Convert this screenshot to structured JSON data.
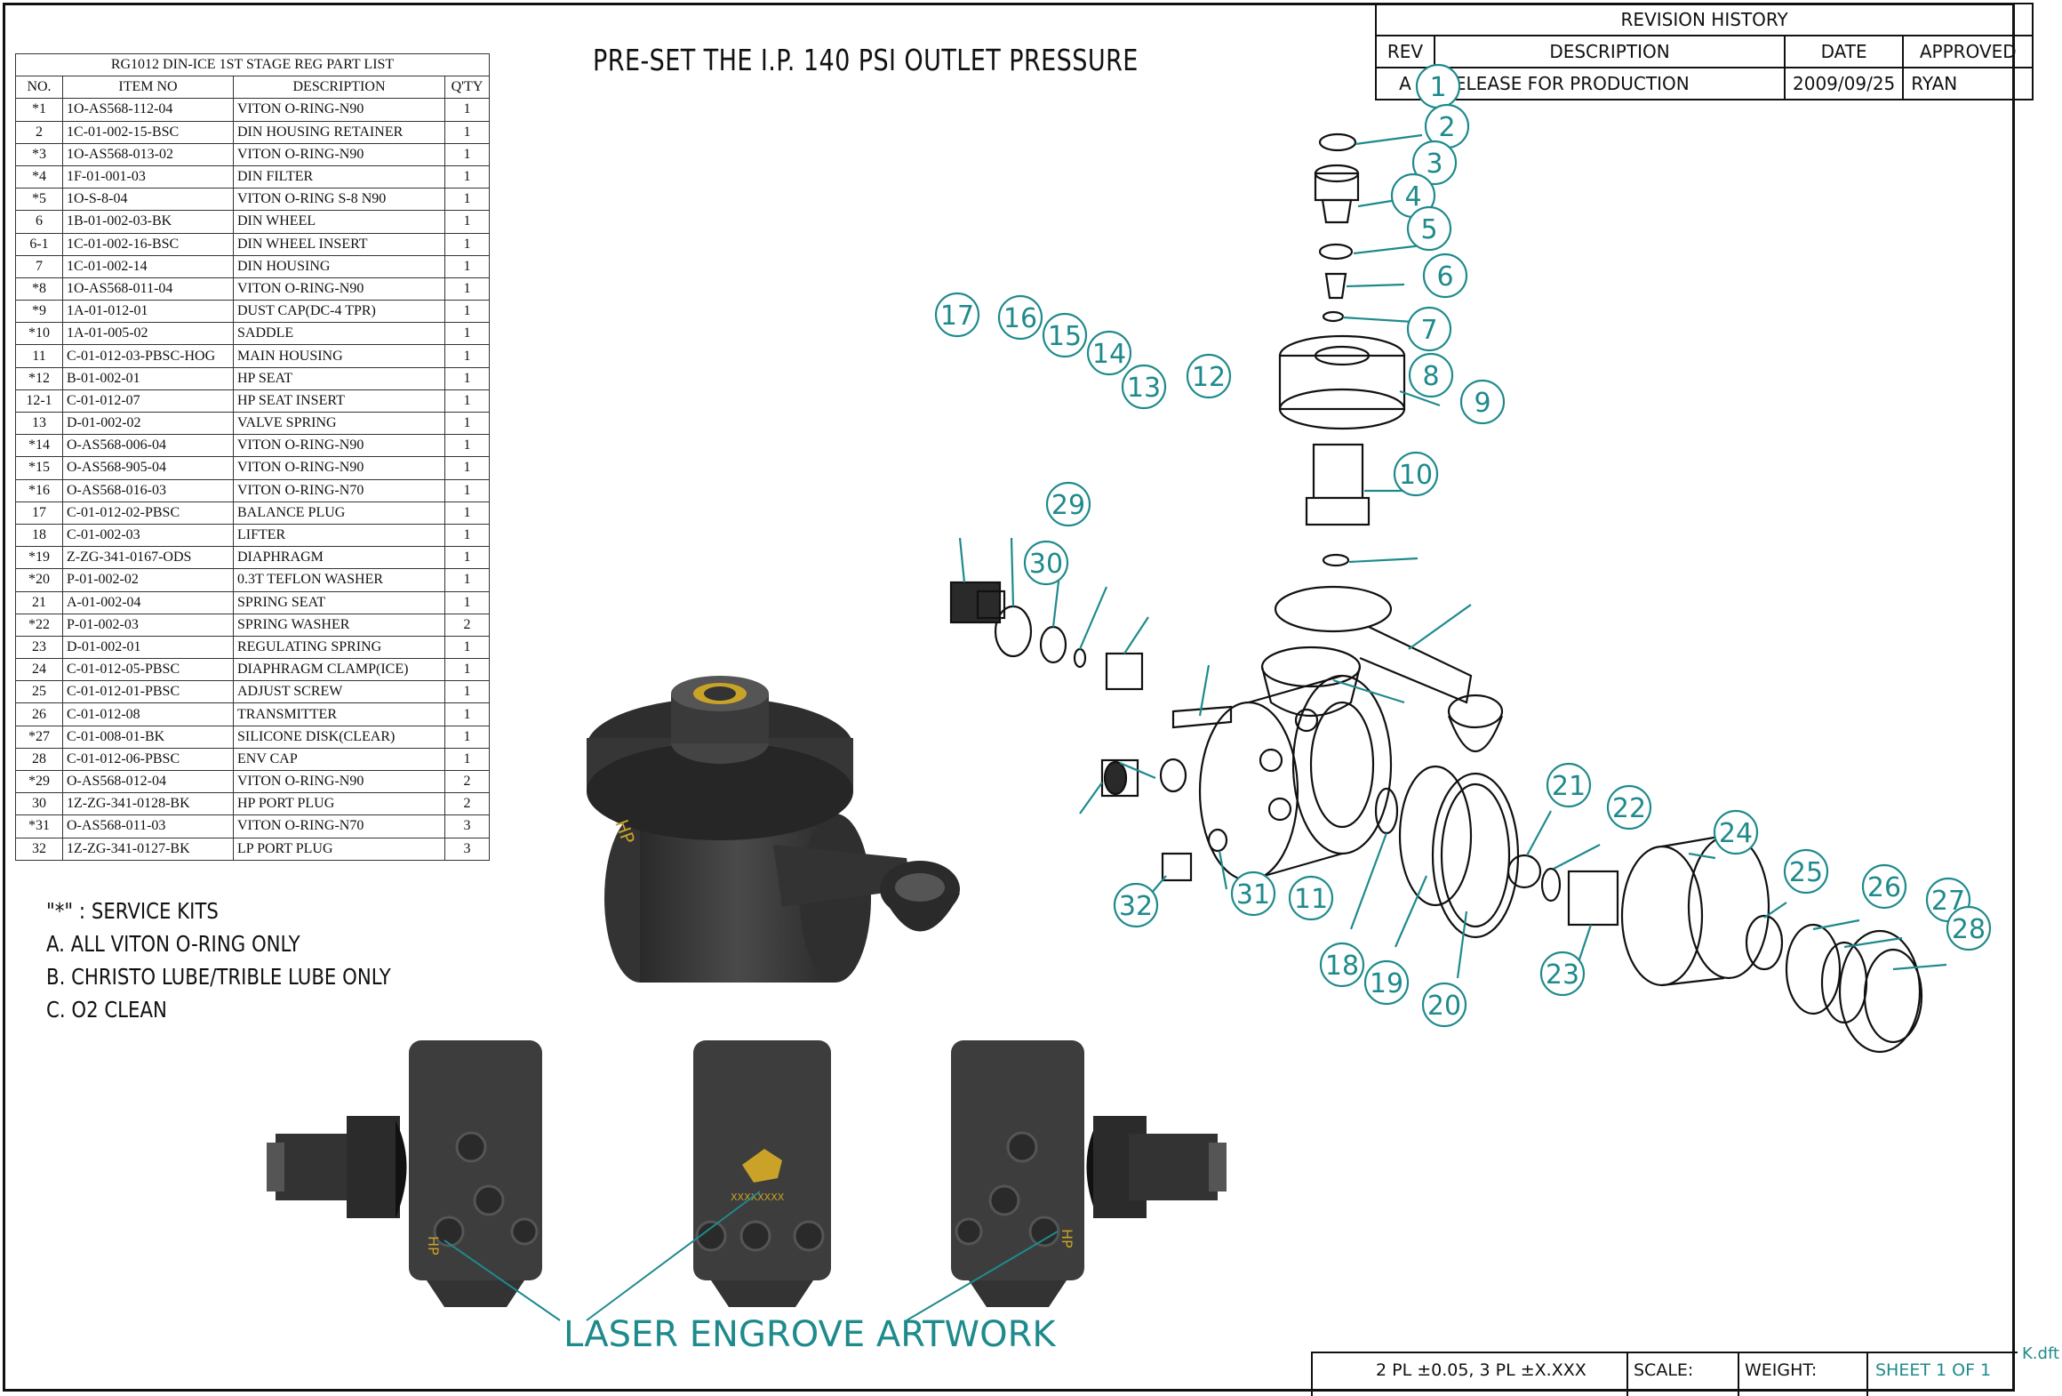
{
  "title": "PRE-SET THE I.P. 140 PSI OUTLET PRESSURE",
  "parts_list": {
    "title": "RG1012 DIN-ICE 1ST STAGE REG PART LIST",
    "headers": [
      "NO.",
      "ITEM NO",
      "DESCRIPTION",
      "Q'TY"
    ],
    "rows": [
      [
        "*1",
        "1O-AS568-112-04",
        "VITON O-RING-N90",
        "1"
      ],
      [
        "2",
        "1C-01-002-15-BSC",
        "DIN HOUSING RETAINER",
        "1"
      ],
      [
        "*3",
        "1O-AS568-013-02",
        "VITON O-RING-N90",
        "1"
      ],
      [
        "*4",
        "1F-01-001-03",
        "DIN FILTER",
        "1"
      ],
      [
        "*5",
        "1O-S-8-04",
        "VITON O-RING S-8 N90",
        "1"
      ],
      [
        "6",
        "1B-01-002-03-BK",
        "DIN WHEEL",
        "1"
      ],
      [
        "6-1",
        "1C-01-002-16-BSC",
        "DIN WHEEL INSERT",
        "1"
      ],
      [
        "7",
        "1C-01-002-14",
        "DIN HOUSING",
        "1"
      ],
      [
        "*8",
        "1O-AS568-011-04",
        "VITON O-RING-N90",
        "1"
      ],
      [
        "*9",
        "1A-01-012-01",
        "DUST CAP(DC-4 TPR)",
        "1"
      ],
      [
        "*10",
        "1A-01-005-02",
        "SADDLE",
        "1"
      ],
      [
        "11",
        "C-01-012-03-PBSC-HOG",
        "MAIN HOUSING",
        "1"
      ],
      [
        "*12",
        "B-01-002-01",
        "HP SEAT",
        "1"
      ],
      [
        "12-1",
        "C-01-012-07",
        "HP SEAT INSERT",
        "1"
      ],
      [
        "13",
        "D-01-002-02",
        "VALVE SPRING",
        "1"
      ],
      [
        "*14",
        "O-AS568-006-04",
        "VITON O-RING-N90",
        "1"
      ],
      [
        "*15",
        "O-AS568-905-04",
        "VITON O-RING-N90",
        "1"
      ],
      [
        "*16",
        "O-AS568-016-03",
        "VITON O-RING-N70",
        "1"
      ],
      [
        "17",
        "C-01-012-02-PBSC",
        "BALANCE PLUG",
        "1"
      ],
      [
        "18",
        "C-01-002-03",
        "LIFTER",
        "1"
      ],
      [
        "*19",
        "Z-ZG-341-0167-ODS",
        "DIAPHRAGM",
        "1"
      ],
      [
        "*20",
        "P-01-002-02",
        "0.3T TEFLON WASHER",
        "1"
      ],
      [
        "21",
        "A-01-002-04",
        "SPRING SEAT",
        "1"
      ],
      [
        "*22",
        "P-01-002-03",
        "SPRING WASHER",
        "2"
      ],
      [
        "23",
        "D-01-002-01",
        "REGULATING SPRING",
        "1"
      ],
      [
        "24",
        "C-01-012-05-PBSC",
        "DIAPHRAGM CLAMP(ICE)",
        "1"
      ],
      [
        "25",
        "C-01-012-01-PBSC",
        "ADJUST SCREW",
        "1"
      ],
      [
        "26",
        "C-01-012-08",
        "TRANSMITTER",
        "1"
      ],
      [
        "*27",
        "C-01-008-01-BK",
        "SILICONE DISK(CLEAR)",
        "1"
      ],
      [
        "28",
        "C-01-012-06-PBSC",
        "ENV CAP",
        "1"
      ],
      [
        "*29",
        "O-AS568-012-04",
        "VITON O-RING-N90",
        "2"
      ],
      [
        "30",
        "1Z-ZG-341-0128-BK",
        "HP PORT PLUG",
        "2"
      ],
      [
        "*31",
        "O-AS568-011-03",
        "VITON O-RING-N70",
        "3"
      ],
      [
        "32",
        "1Z-ZG-341-0127-BK",
        "LP PORT PLUG",
        "3"
      ]
    ]
  },
  "revision": {
    "title": "REVISION HISTORY",
    "headers": [
      "REV",
      "DESCRIPTION",
      "DATE",
      "APPROVED"
    ],
    "row": [
      "A",
      "RELEASE FOR PRODUCTION",
      "2009/09/25",
      "RYAN"
    ]
  },
  "notes": [
    "\"*\" : SERVICE KITS",
    "A. ALL VITON O-RING ONLY",
    "B. CHRISTO LUBE/TRIBLE LUBE ONLY",
    "C. O2 CLEAN"
  ],
  "laser_label": "LASER ENGROVE ARTWORK",
  "engrave_text": "XXXXXXXX",
  "port_label": "HP",
  "callouts": [
    "1",
    "2",
    "3",
    "4",
    "5",
    "6",
    "7",
    "8",
    "9",
    "10",
    "11",
    "12",
    "13",
    "14",
    "15",
    "16",
    "17",
    "18",
    "19",
    "20",
    "21",
    "22",
    "23",
    "24",
    "25",
    "26",
    "27",
    "28",
    "29",
    "30",
    "31",
    "32"
  ],
  "title_block": {
    "tolerance": "2 PL ±0.05,  3 PL ±X.XXX",
    "scale": "SCALE:",
    "weight": "WEIGHT:",
    "sheet": "SHEET 1 OF 1",
    "filename": "K.dft"
  },
  "colors": {
    "callout": "#1f8a8c",
    "engrave": "#c9a227",
    "body": "#3a3a3a"
  }
}
